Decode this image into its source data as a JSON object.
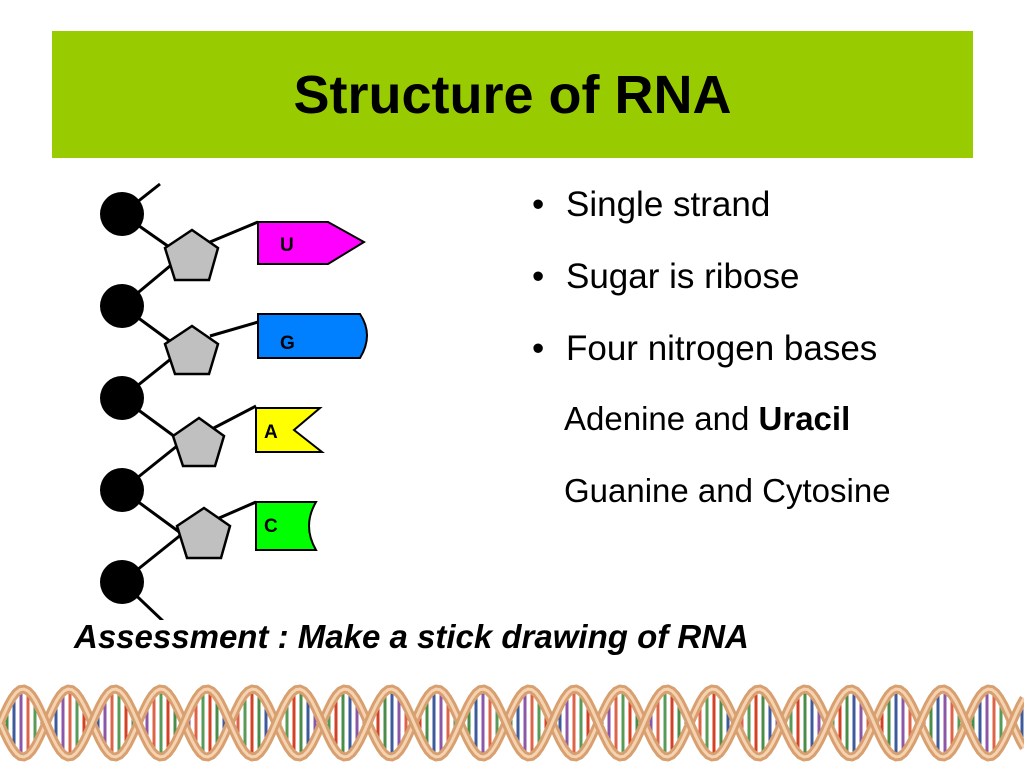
{
  "slide": {
    "title": "Structure of RNA",
    "bullets": [
      "Single strand",
      "Sugar is ribose",
      "Four nitrogen bases"
    ],
    "sub_lines": [
      {
        "prefix": "Adenine and ",
        "bold": "Uracil"
      },
      {
        "prefix": "Guanine and Cytosine",
        "bold": ""
      }
    ],
    "assessment": "Assessment : Make a stick drawing of RNA"
  },
  "diagram": {
    "bases": [
      {
        "letter": "U",
        "color": "#ff00ff"
      },
      {
        "letter": "G",
        "color": "#0080ff"
      },
      {
        "letter": "A",
        "color": "#ffff00"
      },
      {
        "letter": "C",
        "color": "#00ff00"
      }
    ],
    "phosphate_color": "#000000",
    "sugar_color": "#c0c0c0"
  },
  "colors": {
    "title_bar": "#99cc00"
  }
}
